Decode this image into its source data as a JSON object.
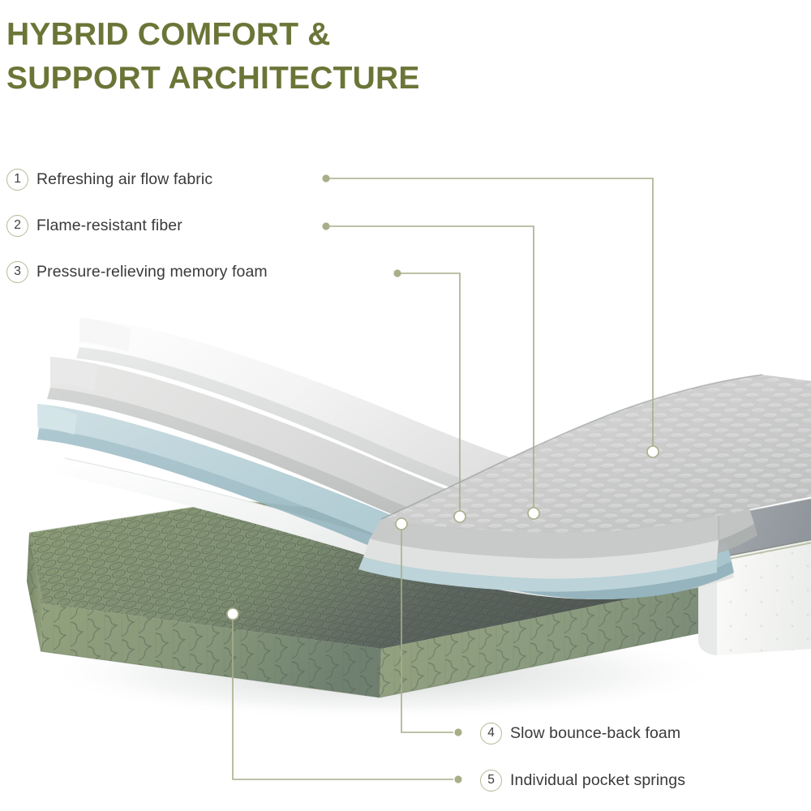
{
  "heading": {
    "line1": "HYBRID COMFORT &",
    "line2": "SUPPORT ARCHITECTURE",
    "color": "#6b7537"
  },
  "legend": {
    "items": [
      {
        "number": "1",
        "label": "Refreshing air flow fabric"
      },
      {
        "number": "2",
        "label": "Flame-resistant fiber"
      },
      {
        "number": "3",
        "label": "Pressure-relieving memory foam"
      },
      {
        "number": "4",
        "label": "Slow bounce-back foam"
      },
      {
        "number": "5",
        "label": "Individual pocket springs"
      }
    ],
    "badge_border_color": "#b3ba96",
    "label_color": "#3a3a3a"
  },
  "leader_lines": {
    "color": "#a9ae89",
    "dot_fill": "#a9ae89",
    "endpoint_fill": "#ffffff"
  },
  "diagram": {
    "title": "mattress-cutaway-illustration",
    "layers": [
      {
        "name": "air-flow-fabric-layer",
        "color": "#d8d8d6"
      },
      {
        "name": "flame-resistant-fiber-layer",
        "color": "#c9cbc9"
      },
      {
        "name": "memory-foam-layer",
        "color": "#b9d2d8"
      },
      {
        "name": "slow-bounce-back-foam-layer",
        "color": "#e9ecec"
      },
      {
        "name": "pocket-springs-layer",
        "color": "#8d9d79"
      },
      {
        "name": "side-panel",
        "color": "#f2f3f1"
      },
      {
        "name": "side-gray-band",
        "color": "#9aa0a6"
      }
    ]
  }
}
